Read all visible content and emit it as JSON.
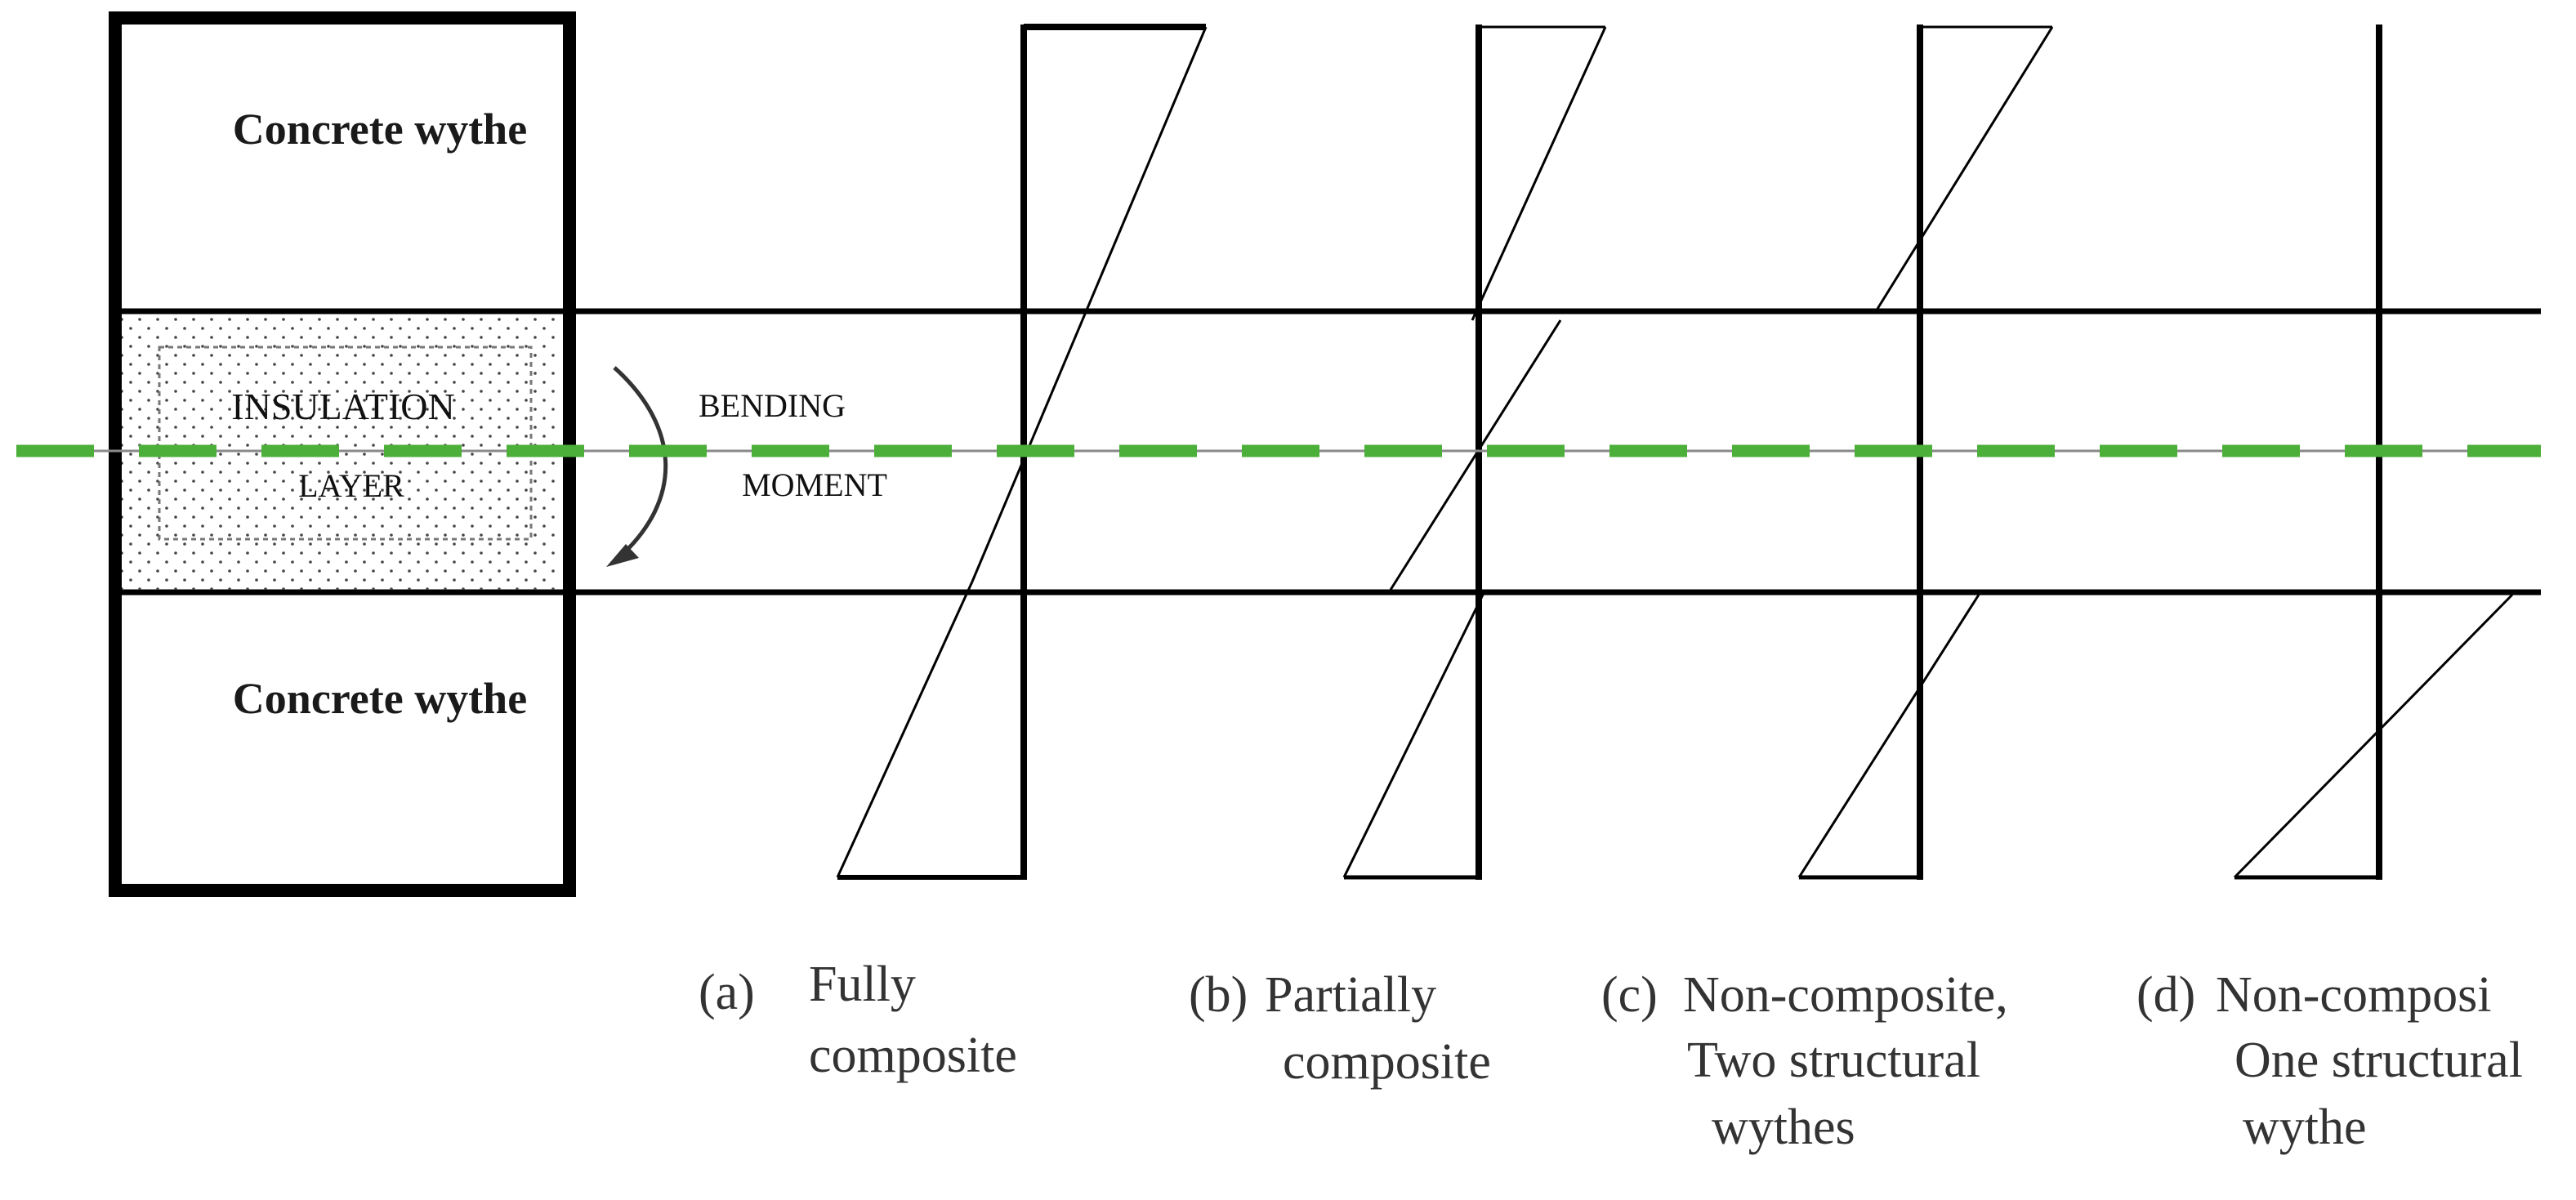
{
  "panel": {
    "top_label": "Concrete wythe",
    "bottom_label": "Concrete wythe",
    "insulation_line1": "INSULATION",
    "insulation_line2": "LAYER",
    "moment_line1": "BENDING",
    "moment_line2": "MOMENT"
  },
  "captions": [
    {
      "prefix": "(a)",
      "line1": "Fully",
      "line2": "composite",
      "line3": ""
    },
    {
      "prefix": "(b)",
      "line1": "Partially",
      "line2": "composite",
      "line3": ""
    },
    {
      "prefix": "(c)",
      "line1": "Non-composite,",
      "line2": "Two structural",
      "line3": "wythes"
    },
    {
      "prefix": "(d)",
      "line1": "Non-composi",
      "line2": "One structural",
      "line3": "wythe"
    }
  ],
  "colors": {
    "neutral_axis": "#4caf3a",
    "lines": "#000000",
    "text": "#1a1a1a"
  }
}
